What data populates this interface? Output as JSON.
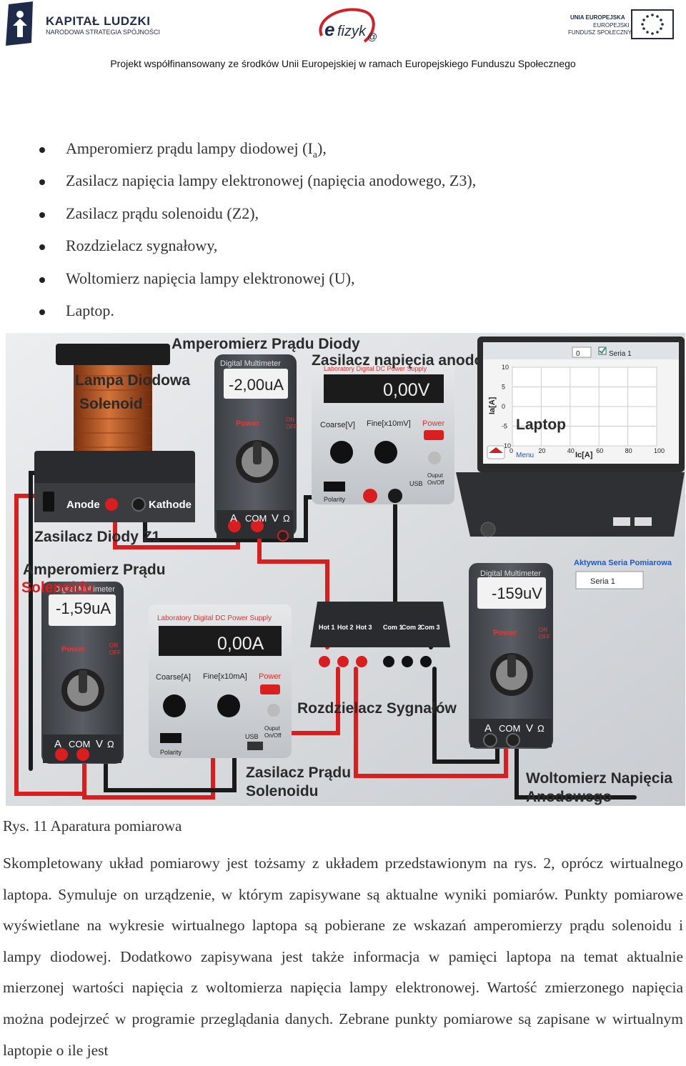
{
  "header": {
    "kl_title": "KAPITAŁ LUDZKI",
    "kl_sub": "NARODOWA STRATEGIA SPÓJNOŚCI",
    "efizyka": "efizyka",
    "ue_line1": "UNIA EUROPEJSKA",
    "ue_line2": "EUROPEJSKI",
    "ue_line3": "FUNDUSZ SPOŁECZNY",
    "cofinance": "Projekt współfinansowany ze środków Unii Europejskiej w ramach Europejskiego Funduszu Społecznego"
  },
  "list": [
    {
      "text": "Amperomierz prądu lampy diodowej (I",
      "sub": "a",
      "after": "),"
    },
    {
      "text": "Zasilacz napięcia lampy elektronowej (napięcia anodowego, Z3),"
    },
    {
      "text": "Zasilacz prądu solenoidu (Z2),"
    },
    {
      "text": "Rozdzielacz sygnałowy,"
    },
    {
      "text": "Woltomierz napięcia lampy elektronowej (U),"
    },
    {
      "text": "Laptop."
    }
  ],
  "figure": {
    "labels": {
      "amp_diode": "Amperomierz Prądu Diody",
      "anode_supply": "Zasilacz napięcia anodowego",
      "lamp": "Lampa Diodowa",
      "solenoid": "Solenoid",
      "anode": "Anode",
      "kathode": "Kathode",
      "diode_supply": "Zasilacz Diody Z1",
      "amp_solenoid_1": "Amperomierz Prądu",
      "amp_solenoid_2": "Solenoidu",
      "splitter": "Rozdzielacz Sygnałów",
      "sol_supply_1": "Zasilacz Prądu",
      "sol_supply_2": "Solenoidu",
      "volt_1": "Woltomierz Napięcia",
      "volt_2": "Anodowego",
      "laptop": "Laptop",
      "series_active": "Aktywna Seria Pomiarowa"
    },
    "meter_top": {
      "brand": "Digital Multimeter",
      "reading": "-2,00uA",
      "power": "Power",
      "on": "ON",
      "off": "OFF",
      "a": "A",
      "com": "COM",
      "v": "V",
      "ohm": "Ω"
    },
    "meter_left": {
      "brand": "Digital Multimeter",
      "reading": "-1,59uA",
      "power": "Power",
      "on": "ON",
      "off": "OFF",
      "a": "A",
      "com": "COM",
      "v": "V",
      "ohm": "Ω"
    },
    "meter_right": {
      "brand": "Digital Multimeter",
      "reading": "-159uV",
      "power": "Power",
      "on": "ON",
      "off": "OFF",
      "a": "A",
      "com": "COM",
      "v": "V",
      "ohm": "Ω"
    },
    "psu_top": {
      "brand": "Laboratory Digital DC Power Supply",
      "reading": "0,00V",
      "coarse": "Coarse[V]",
      "fine": "Fine[x10mV]",
      "power": "Power",
      "polarity": "Polarity",
      "usb": "USB",
      "output": "Ouput",
      "onoff": "On/Off"
    },
    "psu_bottom": {
      "brand": "Laboratory Digital DC Power Supply",
      "reading": "0,00A",
      "coarse": "Coarse[A]",
      "fine": "Fine[x10mA]",
      "power": "Power",
      "polarity": "Polarity",
      "usb": "USB",
      "output": "Ouput",
      "onoff": "On/Off"
    },
    "splitter_ports": [
      "Hot 1",
      "Hot 2",
      "Hot 3",
      "Com 1",
      "Com 2",
      "Com 3"
    ],
    "laptop_ui": {
      "field_value": "0",
      "series_checkbox": "Seria 1",
      "ylabel": "Ia[A]",
      "xlabel": "Ic[A]",
      "menu": "Menu",
      "series_select": "Seria 1"
    },
    "chart_data": {
      "type": "line",
      "xlabel": "Ic[A]",
      "ylabel": "Ia[A]",
      "xlim": [
        0,
        100
      ],
      "ylim": [
        -10,
        10
      ],
      "xticks": [
        0,
        20,
        40,
        60,
        80,
        100
      ],
      "yticks": [
        10,
        5,
        0,
        -5,
        -10
      ],
      "series": [],
      "grid": true
    }
  },
  "caption": "Rys. 11 Aparatura pomiarowa",
  "paragraph": "Skompletowany układ pomiarowy jest tożsamy z układem przedstawionym na rys. 2, oprócz wirtualnego laptopa. Symuluje on urządzenie, w którym zapisywane są aktualne wyniki pomiarów. Punkty pomiarowe wyświetlane na wykresie wirtualnego laptopa są pobierane ze wskazań amperomierzy prądu solenoidu i lampy diodowej. Dodatkowo zapisywana jest także informacja w pamięci laptopa na temat aktualnie mierzonej wartości napięcia z woltomierza napięcia lampy elektronowej. Wartość zmierzonego napięcia można podejrzeć w programie przeglądania danych. Zebrane punkty pomiarowe są zapisane w wirtualnym laptopie o ile jest",
  "colors": {
    "cable_red": "#d81e1e",
    "cable_black": "#1a1a1a",
    "coil": "#b5521f",
    "device_gray": "#4a4d52",
    "display_bg": "#1b1b1b"
  }
}
